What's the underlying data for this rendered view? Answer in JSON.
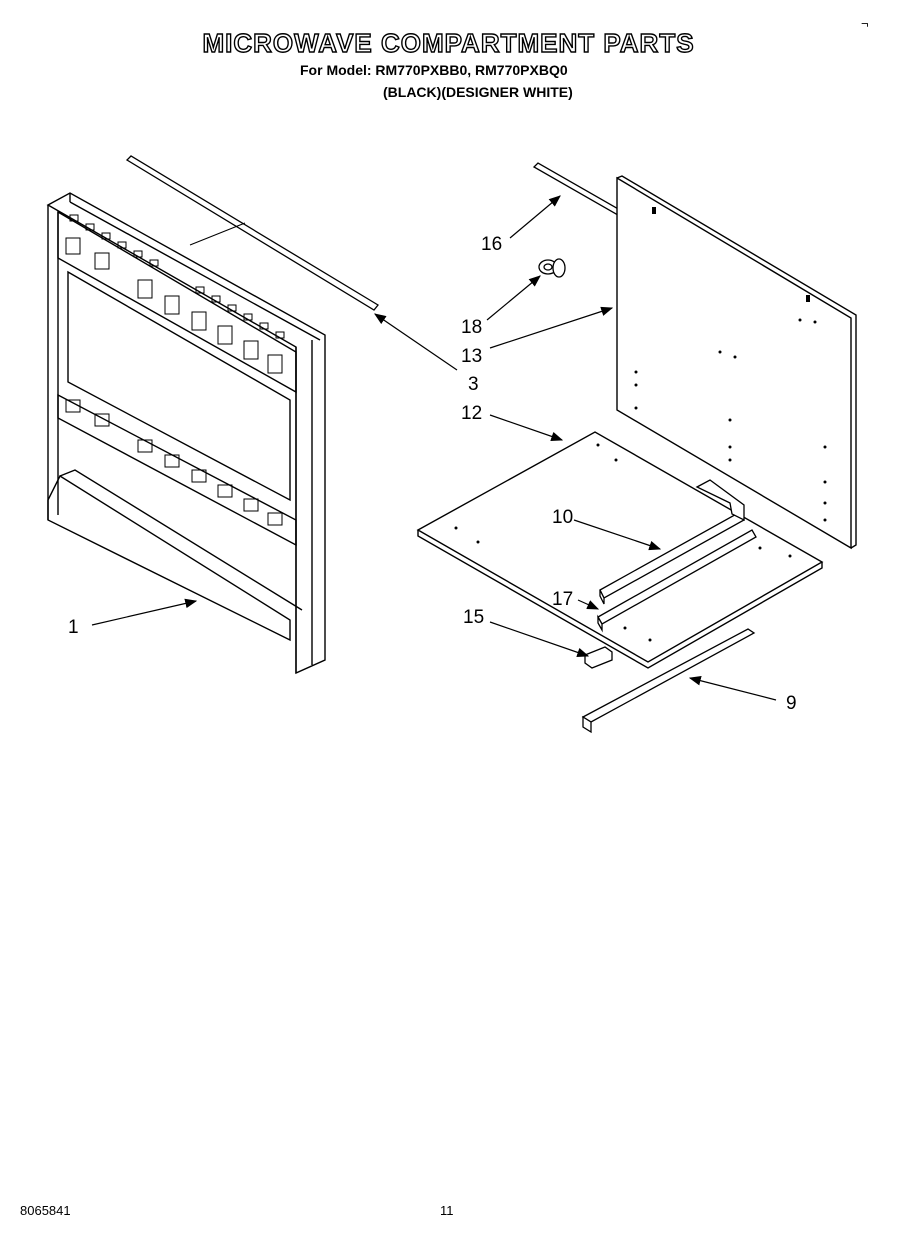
{
  "header": {
    "title": "MICROWAVE COMPARTMENT PARTS",
    "model_line": "For Model: RM770PXBB0, RM770PXBQ0",
    "color_line": "(BLACK)(DESIGNER WHITE)",
    "corner_mark": "¬"
  },
  "callouts": {
    "c1": "1",
    "c3": "3",
    "c9": "9",
    "c10": "10",
    "c12": "12",
    "c13": "13",
    "c15": "15",
    "c16": "16",
    "c17": "17",
    "c18": "18"
  },
  "footer": {
    "doc_number": "8065841",
    "page_number": "11"
  }
}
